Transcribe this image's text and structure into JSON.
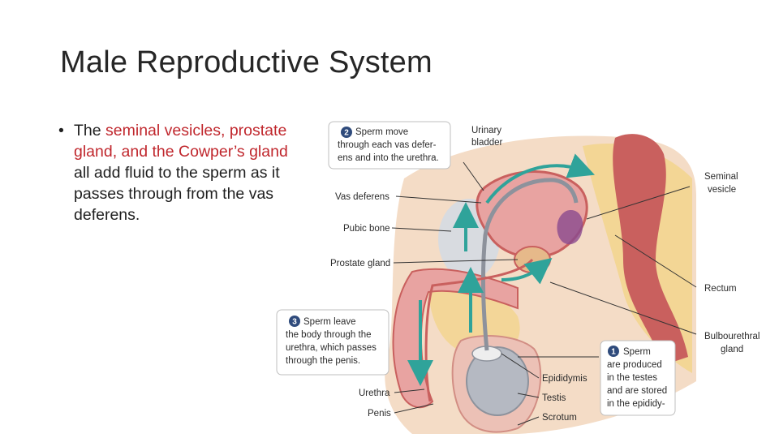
{
  "slide": {
    "title": "Male Reproductive System",
    "bullet": {
      "parts": [
        {
          "text": "The ",
          "highlight": false
        },
        {
          "text": "seminal vesicles, prostate gland, and the Cowper’s gland",
          "highlight": true
        },
        {
          "text": " all add fluid to the sperm as it passes through from the vas deferens.",
          "highlight": false
        }
      ]
    }
  },
  "diagram": {
    "labels": {
      "urinary_bladder": [
        "Urinary",
        "bladder"
      ],
      "seminal_vesicle": [
        "Seminal",
        "vesicle"
      ],
      "vas_deferens": "Vas deferens",
      "pubic_bone": "Pubic bone",
      "prostate_gland": "Prostate gland",
      "rectum": "Rectum",
      "bulbourethral_gland": [
        "Bulbourethral",
        "gland"
      ],
      "epididymis": "Epididymis",
      "testis": "Testis",
      "scrotum": "Scrotum",
      "urethra": "Urethra",
      "penis": "Penis"
    },
    "callouts": [
      {
        "number": "2",
        "lines": [
          "Sperm move",
          "through each vas defer-",
          "ens and into the urethra."
        ]
      },
      {
        "number": "3",
        "lines": [
          "Sperm leave",
          "the body through the",
          "urethra, which passes",
          "through the penis."
        ]
      },
      {
        "number": "1",
        "lines": [
          "Sperm",
          "are produced",
          "in the testes",
          "and are stored",
          "in the epididy-"
        ]
      }
    ],
    "colors": {
      "tissue": "#e8a3a1",
      "tissue_dark": "#c9605e",
      "fat": "#f2d58c",
      "bone": "#d8dbe0",
      "arrow": "#2fa39a",
      "badge": "#2f4b7c"
    }
  }
}
